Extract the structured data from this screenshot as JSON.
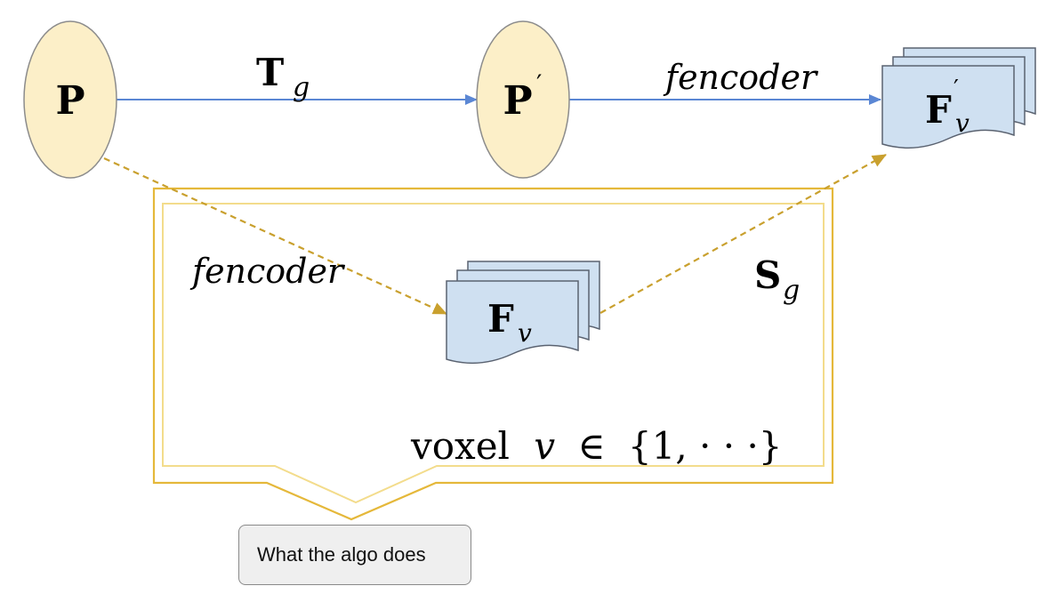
{
  "colors": {
    "ellipse_fill": "#fcefc8",
    "ellipse_stroke": "#8c8c8c",
    "solid_arrow": "#5b87d4",
    "dashed_arrow": "#c9a02e",
    "frame_outer": "#e5b83a",
    "frame_inner": "#f3dc8c",
    "doc_fill": "#cfe0f1",
    "doc_stroke": "#5a6270"
  },
  "nodes": {
    "p": {
      "symbol": "P"
    },
    "p_prime": {
      "symbol": "P",
      "prime": "′"
    },
    "f_v_prime": {
      "symbol": "F",
      "prime": "′",
      "subscript": "v"
    },
    "f_v": {
      "symbol": "F",
      "subscript": "v"
    }
  },
  "edges": {
    "t_g": {
      "symbol": "T",
      "subscript": "g"
    },
    "encoder_top": {
      "label": "fencoder"
    },
    "encoder_dashed": {
      "label": "fencoder"
    },
    "s_g": {
      "symbol": "S",
      "subscript": "g"
    }
  },
  "voxel_label": {
    "word": "voxel",
    "var": "v",
    "element_of": "∈",
    "set": "{1, · · ·}"
  },
  "caption": "What the algo does"
}
